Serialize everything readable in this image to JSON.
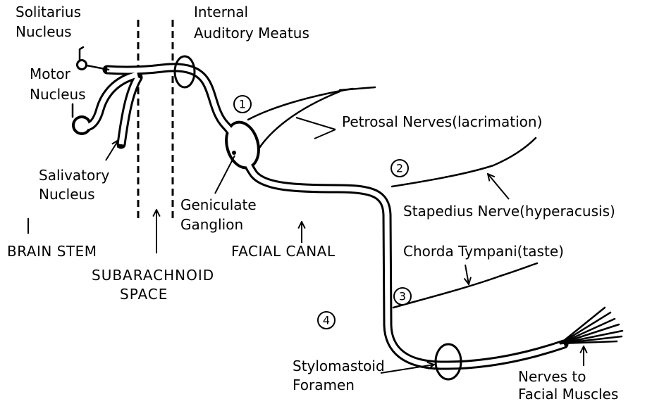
{
  "labels": {
    "solitarius_nucleus": {
      "line1": "Solitarius",
      "line2": "Nucleus"
    },
    "internal_auditory_meatus": {
      "line1": "Internal",
      "line2": "Auditory Meatus"
    },
    "motor_nucleus": {
      "line1": "Motor",
      "line2": "Nucleus"
    },
    "salivatory_nucleus": {
      "line1": "Salivatory",
      "line2": "Nucleus"
    },
    "geniculate_ganglion": {
      "line1": "Geniculate",
      "line2": "Ganglion"
    },
    "petrosal_nerves": "Petrosal Nerves(lacrimation)",
    "stapedius_nerve": "Stapedius Nerve(hyperacusis)",
    "chorda_tympani": "Chorda Tympani(taste)",
    "brain_stem": "BRAIN STEM",
    "subarachnoid_space": {
      "line1": "SUBARACHNOID",
      "line2": "SPACE"
    },
    "facial_canal": "FACIAL CANAL",
    "stylomastoid_foramen": {
      "line1": "Stylomastoid",
      "line2": "Foramen"
    },
    "nerves_to_facial_muscles": {
      "line1": "Nerves to",
      "line2": "Facial Muscles"
    }
  },
  "markers": [
    "1",
    "2",
    "3",
    "4"
  ],
  "colors": {
    "ink": "#000000",
    "background": "#ffffff"
  }
}
